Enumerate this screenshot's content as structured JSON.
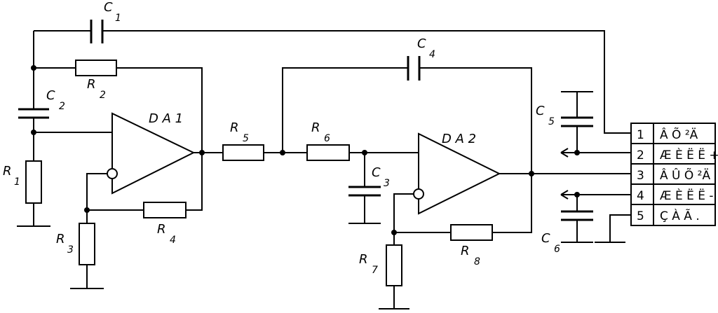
{
  "components": {
    "C1": {
      "letter": "C",
      "index": "1"
    },
    "C2": {
      "letter": "C",
      "index": "2"
    },
    "C3": {
      "letter": "C",
      "index": "3"
    },
    "C4": {
      "letter": "C",
      "index": "4"
    },
    "C5": {
      "letter": "C",
      "index": "5"
    },
    "C6": {
      "letter": "C",
      "index": "6"
    },
    "R1": {
      "letter": "R",
      "index": "1"
    },
    "R2": {
      "letter": "R",
      "index": "2"
    },
    "R3": {
      "letter": "R",
      "index": "3"
    },
    "R4": {
      "letter": "R",
      "index": "4"
    },
    "R5": {
      "letter": "R",
      "index": "5"
    },
    "R6": {
      "letter": "R",
      "index": "6"
    },
    "R7": {
      "letter": "R",
      "index": "7"
    },
    "R8": {
      "letter": "R",
      "index": "8"
    },
    "DA1": {
      "label": "D A 1"
    },
    "DA2": {
      "label": "D A 2"
    }
  },
  "connector": {
    "pins": [
      {
        "number": "1",
        "name": "Â Õ ²Ä"
      },
      {
        "number": "2",
        "name": "Æ È Ë Ë +"
      },
      {
        "number": "3",
        "name": "Â Û Õ ²Ä"
      },
      {
        "number": "4",
        "name": "Æ È Ë Ë -"
      },
      {
        "number": "5",
        "name": "Ç À Ã ."
      }
    ]
  }
}
